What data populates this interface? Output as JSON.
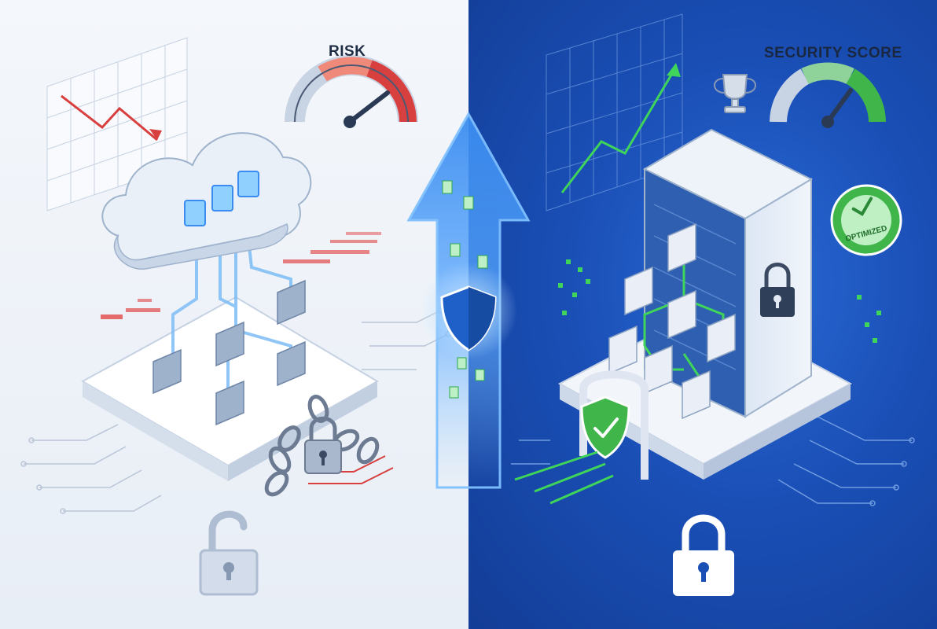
{
  "left_panel": {
    "gauge_label": "RISK"
  },
  "right_panel": {
    "gauge_label": "SECURITY SCORE",
    "badge_text": "OPTIMIZED"
  },
  "colors": {
    "left_background": "#eef2f8",
    "right_background": "#1a4fb6",
    "risk_red": "#d84040",
    "success_green": "#3fb54a",
    "accent_blue": "#3a8cf0"
  },
  "icons": {
    "left": [
      "declining-trend-chart-icon",
      "cloud-icon",
      "folder-icon",
      "broken-chain-icon",
      "unlocked-padlock-icon",
      "risk-gauge-icon"
    ],
    "center": [
      "up-arrow-icon",
      "shield-icon",
      "document-icon"
    ],
    "right": [
      "rising-trend-chart-icon",
      "trophy-icon",
      "server-rack-icon",
      "folder-icon",
      "shield-check-icon",
      "optimized-badge-icon",
      "locked-padlock-icon",
      "security-score-gauge-icon"
    ]
  }
}
